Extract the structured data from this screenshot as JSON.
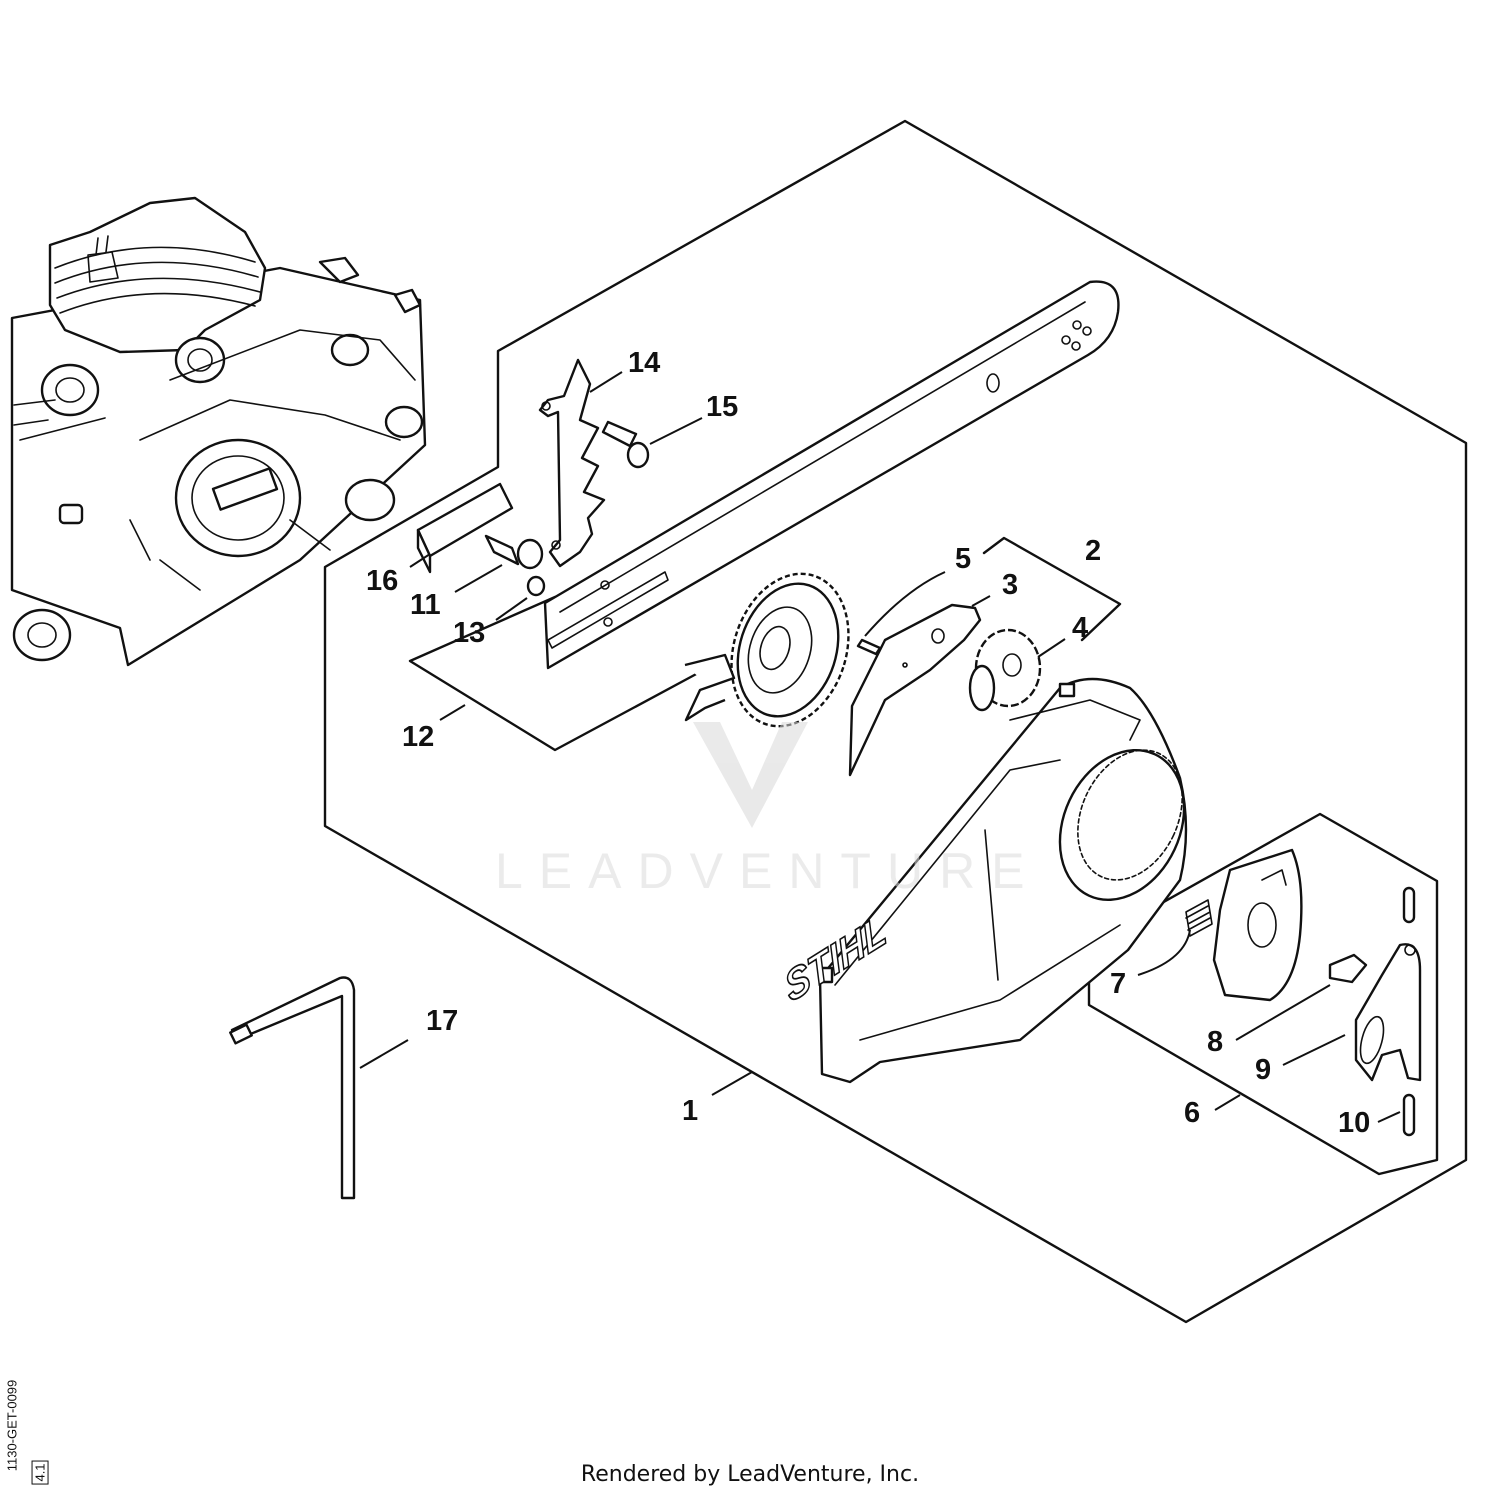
{
  "callouts": [
    {
      "id": "1",
      "text": "1"
    },
    {
      "id": "2",
      "text": "2"
    },
    {
      "id": "3",
      "text": "3"
    },
    {
      "id": "4",
      "text": "4"
    },
    {
      "id": "5",
      "text": "5"
    },
    {
      "id": "6",
      "text": "6"
    },
    {
      "id": "7",
      "text": "7"
    },
    {
      "id": "8",
      "text": "8"
    },
    {
      "id": "9",
      "text": "9"
    },
    {
      "id": "10",
      "text": "10"
    },
    {
      "id": "11",
      "text": "11"
    },
    {
      "id": "12",
      "text": "12"
    },
    {
      "id": "13",
      "text": "13"
    },
    {
      "id": "14",
      "text": "14"
    },
    {
      "id": "15",
      "text": "15"
    },
    {
      "id": "16",
      "text": "16"
    },
    {
      "id": "17",
      "text": "17"
    }
  ],
  "cover_logo": "STIHL",
  "watermark": "LEADVENTURE",
  "footer": "Rendered by LeadVenture, Inc.",
  "reference_code": "1130-GET-0099",
  "sheet_id": "4.1"
}
